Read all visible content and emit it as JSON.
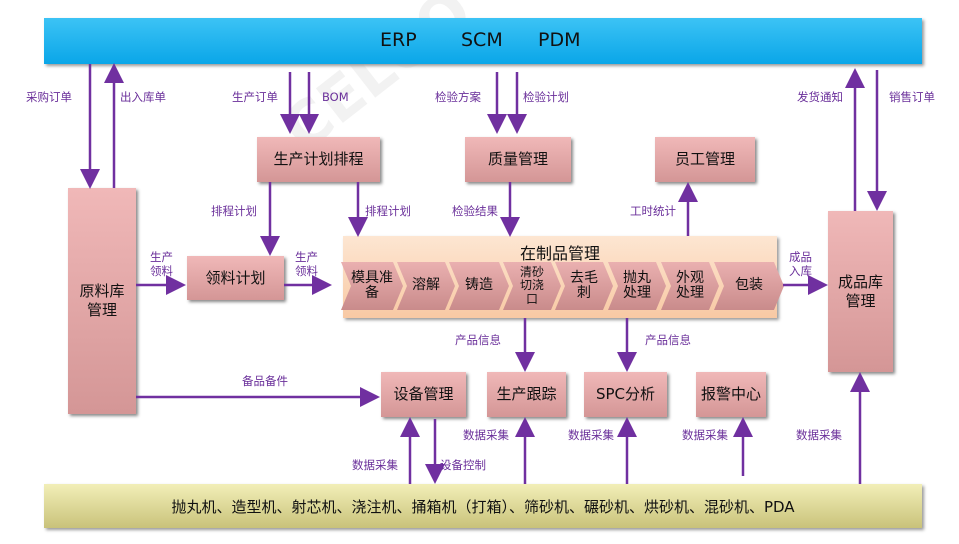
{
  "top_bar": {
    "erp": "ERP",
    "scm": "SCM",
    "pdm": "PDM"
  },
  "bottom_bar": {
    "text": "抛丸机、造型机、射芯机、浇注机、捅箱机（打箱）、筛砂机、碾砂机、烘砂机、混砂机、PDA"
  },
  "boxes": {
    "raw_store": "原料库\n管理",
    "material_plan": "领料计划",
    "production_schedule": "生产计划排程",
    "quality": "质量管理",
    "staff": "员工管理",
    "finished_store": "成品库\n管理",
    "equipment": "设备管理",
    "tracking": "生产跟踪",
    "spc": "SPC分析",
    "alarm": "报警中心"
  },
  "wip": {
    "title": "在制品管理",
    "steps": [
      "模具准\n备",
      "溶解",
      "铸造",
      "清砂\n切浇\n口",
      "去毛\n刺",
      "抛丸\n处理",
      "外观\n处理",
      "包装"
    ]
  },
  "labels": {
    "purchase_order": "采购订单",
    "in_out_order": "出入库单",
    "production_order": "生产订单",
    "bom": "BOM",
    "inspection_scheme": "检验方案",
    "inspection_plan": "检验计划",
    "delivery_notice": "发货通知",
    "sales_order": "销售订单",
    "schedule_plan_1": "排程计划",
    "schedule_plan_2": "排程计划",
    "inspection_result": "检验结果",
    "work_hours": "工时统计",
    "production_picking_1": "生产\n领料",
    "production_picking_2": "生产\n领料",
    "finished_in": "成品\n入库",
    "product_info_1": "产品信息",
    "product_info_2": "产品信息",
    "spare_parts": "备品备件",
    "data_collect_1": "数据采集",
    "data_collect_2": "数据采集",
    "data_collect_3": "数据采集",
    "data_collect_4": "数据采集",
    "data_collect_5": "数据采集",
    "device_control": "设备控制"
  },
  "watermark": "CELCO INDUSTRIAL AUTOMATION",
  "colors": {
    "arrow": "#7030a0",
    "label": "#6a2f9a",
    "top_bar": "#0aa6e8"
  }
}
